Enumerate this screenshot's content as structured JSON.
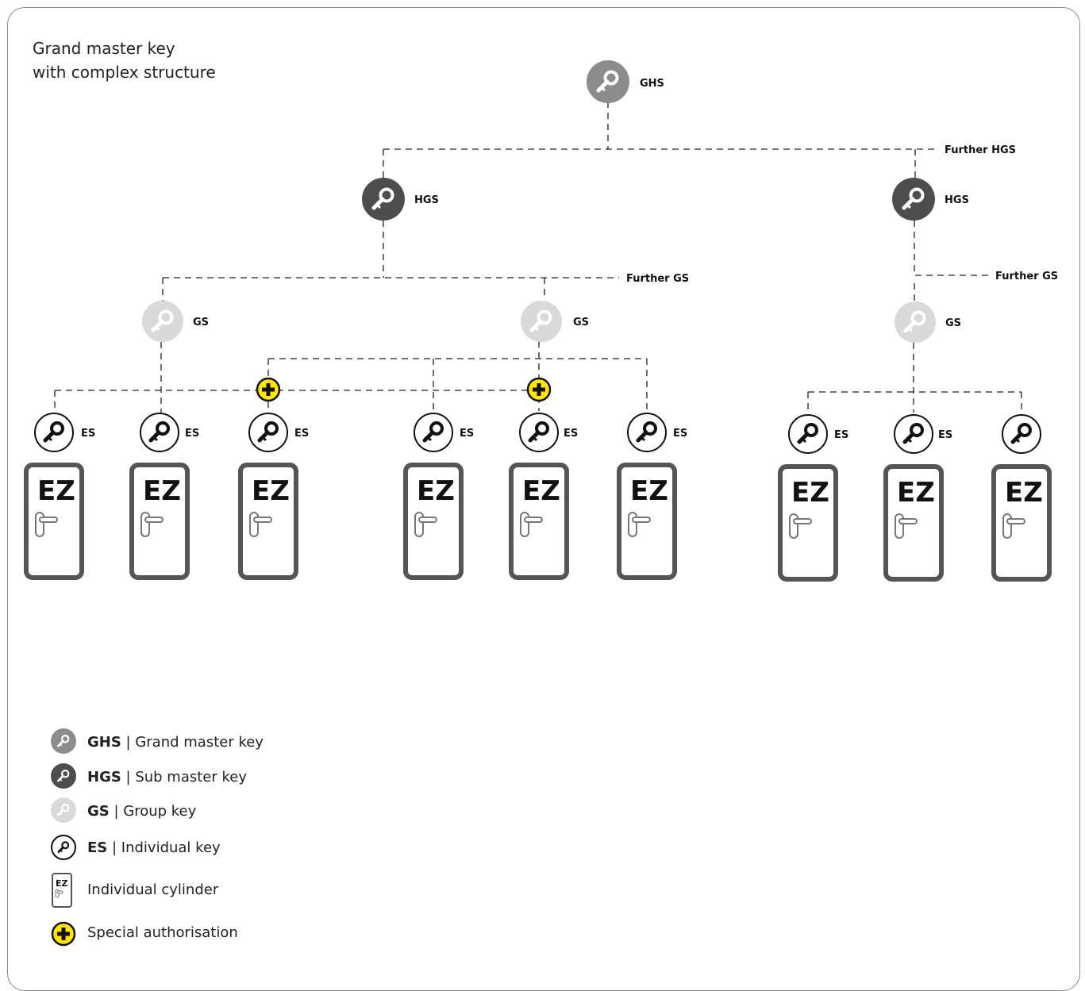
{
  "title": {
    "line1": "Grand master key",
    "line2": "with complex structure"
  },
  "labels": {
    "ghs": "GHS",
    "hgs": "HGS",
    "gs": "GS",
    "es": "ES",
    "ez": "EZ",
    "further_hgs": "Further HGS",
    "further_gs": "Further GS"
  },
  "legend": {
    "ghs": {
      "code": "GHS",
      "desc": " | Grand master key"
    },
    "hgs": {
      "code": "HGS",
      "desc": " | Sub master key"
    },
    "gs": {
      "code": "GS",
      "desc": " | Group key"
    },
    "es": {
      "code": "ES",
      "desc": " | Individual key"
    },
    "ez": {
      "desc": "Individual cylinder"
    },
    "plus": {
      "desc": "Special authorisation"
    }
  },
  "colors": {
    "ghs": "#8c8c8c",
    "hgs": "#4d4d4d",
    "gs": "#d9d9d9",
    "special": "#ffe600",
    "door_stroke": "#555555"
  }
}
